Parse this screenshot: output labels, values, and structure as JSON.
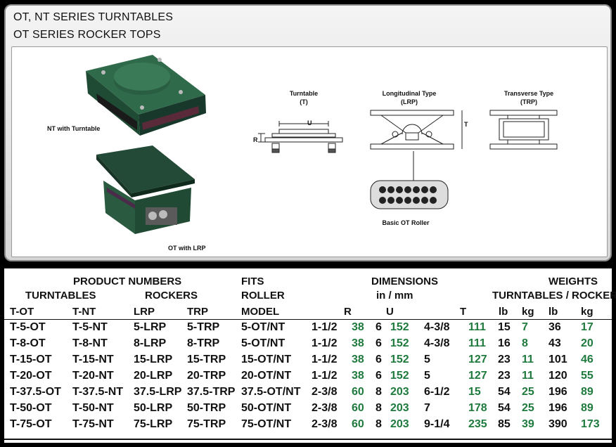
{
  "header": {
    "title_line1": "OT, NT SERIES TURNTABLES",
    "title_line2": "OT SERIES ROCKER TOPS"
  },
  "figure": {
    "photo1_caption": "NT with Turntable",
    "photo2_caption": "OT with LRP",
    "turntable_label": "Turntable",
    "turntable_code": "(T)",
    "longitudinal_label": "Longitudinal Type",
    "longitudinal_code": "(LRP)",
    "transverse_label": "Transverse Type",
    "transverse_code": "(TRP)",
    "roller_label": "Basic OT Roller",
    "dim_u": "U",
    "dim_r": "R",
    "dim_t": "T",
    "colors": {
      "equipment_green": "#2f5e45",
      "roller_purple": "#4a2b4a"
    }
  },
  "table": {
    "group_headers": {
      "product_numbers": "PRODUCT NUMBERS",
      "turntables": "TURNTABLES",
      "rockers": "ROCKERS",
      "fits": "FITS",
      "roller": "ROLLER",
      "dimensions": "DIMENSIONS",
      "units": "in / mm",
      "weights": "WEIGHTS",
      "weights_sub": "TURNTABLES / ROCKERS"
    },
    "columns": {
      "tot": "T-OT",
      "tnt": "T-NT",
      "lrp": "LRP",
      "trp": "TRP",
      "model": "MODEL",
      "r": "R",
      "u": "U",
      "t": "T",
      "lb1": "lb",
      "kg1": "kg",
      "lb2": "lb",
      "kg2": "kg"
    },
    "rows": [
      {
        "tot": "T-5-OT",
        "tnt": "T-5-NT",
        "lrp": "5-LRP",
        "trp": "5-TRP",
        "model": "5-OT/NT",
        "r_in": "1-1/2",
        "r_mm": "38",
        "u_in": "6",
        "u_mm": "152",
        "t_in": "4-3/8",
        "t_mm": "111",
        "tt_lb": "15",
        "tt_kg": "7",
        "rk_lb": "36",
        "rk_kg": "17"
      },
      {
        "tot": "T-8-OT",
        "tnt": "T-8-NT",
        "lrp": "8-LRP",
        "trp": "8-TRP",
        "model": "5-OT/NT",
        "r_in": "1-1/2",
        "r_mm": "38",
        "u_in": "6",
        "u_mm": "152",
        "t_in": "4-3/8",
        "t_mm": "111",
        "tt_lb": "16",
        "tt_kg": "8",
        "rk_lb": "43",
        "rk_kg": "20"
      },
      {
        "tot": "T-15-OT",
        "tnt": "T-15-NT",
        "lrp": "15-LRP",
        "trp": "15-TRP",
        "model": "15-OT/NT",
        "r_in": "1-1/2",
        "r_mm": "38",
        "u_in": "6",
        "u_mm": "152",
        "t_in": "5",
        "t_mm": "127",
        "tt_lb": "23",
        "tt_kg": "11",
        "rk_lb": "101",
        "rk_kg": "46"
      },
      {
        "tot": "T-20-OT",
        "tnt": "T-20-NT",
        "lrp": "20-LRP",
        "trp": "20-TRP",
        "model": "20-OT/NT",
        "r_in": "1-1/2",
        "r_mm": "38",
        "u_in": "6",
        "u_mm": "152",
        "t_in": "5",
        "t_mm": "127",
        "tt_lb": "23",
        "tt_kg": "11",
        "rk_lb": "120",
        "rk_kg": "55"
      },
      {
        "tot": "T-37.5-OT",
        "tnt": "T-37.5-NT",
        "lrp": "37.5-LRP",
        "trp": "37.5-TRP",
        "model": "37.5-OT/NT",
        "r_in": "2-3/8",
        "r_mm": "60",
        "u_in": "8",
        "u_mm": "203",
        "t_in": "6-1/2",
        "t_mm": "15",
        "tt_lb": "54",
        "tt_kg": "25",
        "rk_lb": "196",
        "rk_kg": "89"
      },
      {
        "tot": "T-50-OT",
        "tnt": "T-50-NT",
        "lrp": "50-LRP",
        "trp": "50-TRP",
        "model": "50-OT/NT",
        "r_in": "2-3/8",
        "r_mm": "60",
        "u_in": "8",
        "u_mm": "203",
        "t_in": "7",
        "t_mm": "178",
        "tt_lb": "54",
        "tt_kg": "25",
        "rk_lb": "196",
        "rk_kg": "89"
      },
      {
        "tot": "T-75-OT",
        "tnt": "T-75-NT",
        "lrp": "75-LRP",
        "trp": "75-TRP",
        "model": "75-OT/NT",
        "r_in": "2-3/8",
        "r_mm": "60",
        "u_in": "8",
        "u_mm": "203",
        "t_in": "9-1/4",
        "t_mm": "235",
        "tt_lb": "85",
        "tt_kg": "39",
        "rk_lb": "390",
        "rk_kg": "173"
      }
    ]
  }
}
